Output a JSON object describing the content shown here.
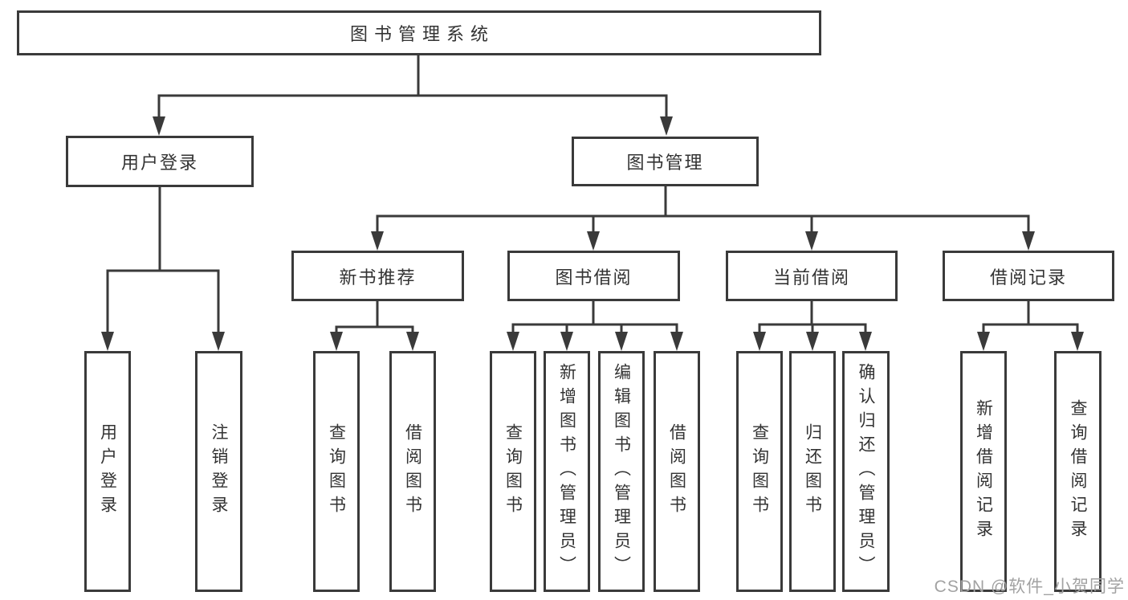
{
  "tree": {
    "root": {
      "label": "图书管理系统"
    },
    "children": [
      {
        "label": "用户登录",
        "children": [
          {
            "label": "用户登录"
          },
          {
            "label": "注销登录"
          }
        ]
      },
      {
        "label": "图书管理",
        "children": [
          {
            "label": "新书推荐",
            "children": [
              {
                "label": "查询图书"
              },
              {
                "label": "借阅图书"
              }
            ]
          },
          {
            "label": "图书借阅",
            "children": [
              {
                "label": "查询图书"
              },
              {
                "label": "新增图书（管理员）"
              },
              {
                "label": "编辑图书（管理员）"
              },
              {
                "label": "借阅图书"
              }
            ]
          },
          {
            "label": "当前借阅",
            "children": [
              {
                "label": "查询图书"
              },
              {
                "label": "归还图书"
              },
              {
                "label": "确认归还（管理员）"
              }
            ]
          },
          {
            "label": "借阅记录",
            "children": [
              {
                "label": "新增借阅记录"
              },
              {
                "label": "查询借阅记录"
              }
            ]
          }
        ]
      }
    ]
  },
  "watermark": {
    "text": "CSDN @软件_小贺同学"
  },
  "colors": {
    "line": "#3a3a3a",
    "text": "#333333",
    "watermark": "#a2a2a2",
    "background": "#ffffff"
  }
}
